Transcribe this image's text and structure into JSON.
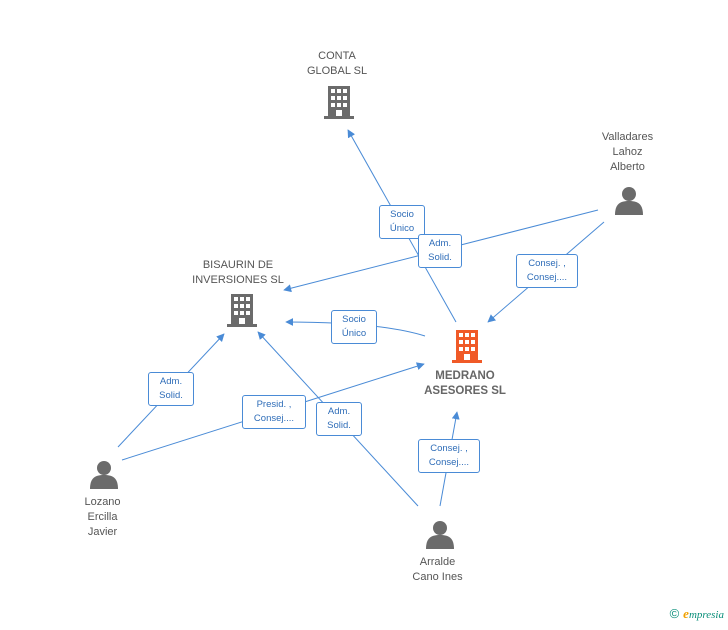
{
  "nodes": {
    "conta_global": {
      "label": "CONTA\nGLOBAL  SL",
      "kind": "company"
    },
    "bisaurin": {
      "label": "BISAURIN DE\nINVERSIONES SL",
      "kind": "company"
    },
    "medrano": {
      "label": "MEDRANO\nASESORES SL",
      "kind": "company-main"
    },
    "valladares": {
      "label": "Valladares\nLahoz\nAlberto",
      "kind": "person"
    },
    "lozano": {
      "label": "Lozano\nErcilla\nJavier",
      "kind": "person"
    },
    "arralde": {
      "label": "Arralde\nCano Ines",
      "kind": "person"
    }
  },
  "edge_labels": {
    "socio_unico_conta": "Socio\nÚnico",
    "adm_solid_valladares": "Adm.\nSolid.",
    "consej_valladares": "Consej. ,\nConsej....",
    "socio_unico_bisaurin": "Socio\nÚnico",
    "adm_solid_lozano": "Adm.\nSolid.",
    "presid_lozano": "Presid. ,\nConsej....",
    "adm_solid_arralde": "Adm.\nSolid.",
    "consej_arralde": "Consej. ,\nConsej...."
  },
  "colors": {
    "edge": "#4a8bd6",
    "company_icon": "#6b6b6b",
    "main_company_icon": "#f05a28",
    "person_icon": "#6b6b6b"
  },
  "footer": {
    "copyright": "©",
    "brand_e": "e",
    "brand_rest": "mpresia"
  }
}
